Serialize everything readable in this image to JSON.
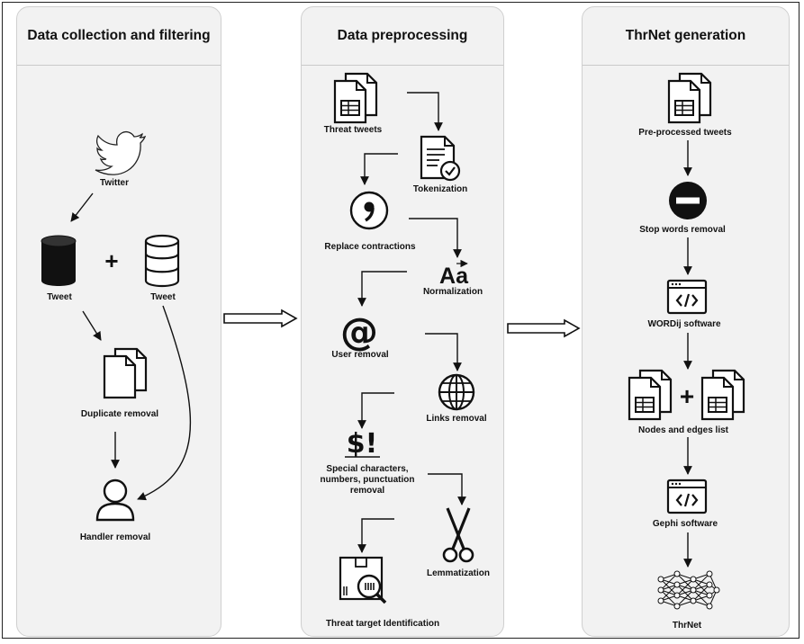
{
  "columns": [
    {
      "title": "Data collection and filtering"
    },
    {
      "title": "Data preprocessing"
    },
    {
      "title": "ThrNet generation"
    }
  ],
  "collection": {
    "twitter": "Twitter",
    "tweet_left": "Tweet",
    "tweet_right": "Tweet",
    "plus": "+",
    "duplicate": "Duplicate removal",
    "handler": "Handler removal"
  },
  "preprocessing": {
    "threat_tweets": "Threat tweets",
    "tokenization": "Tokenization",
    "contractions": "Replace contractions",
    "normalization": "Normalization",
    "user_removal": "User removal",
    "links_removal": "Links removal",
    "special_chars": "Special characters,\nnumbers, punctuation\nremoval",
    "lemmatization": "Lemmatization",
    "threat_target": "Threat target Identification",
    "aa_glyph": "Aa",
    "at_glyph": "@",
    "dollar_glyph": "$!"
  },
  "generation": {
    "preprocessed": "Pre-processed tweets",
    "stop_words": "Stop words removal",
    "wordij": "WORDij software",
    "nodes_edges": "Nodes and edges list",
    "gephi": "Gephi software",
    "thrnet": "ThrNet",
    "plus": "+"
  }
}
